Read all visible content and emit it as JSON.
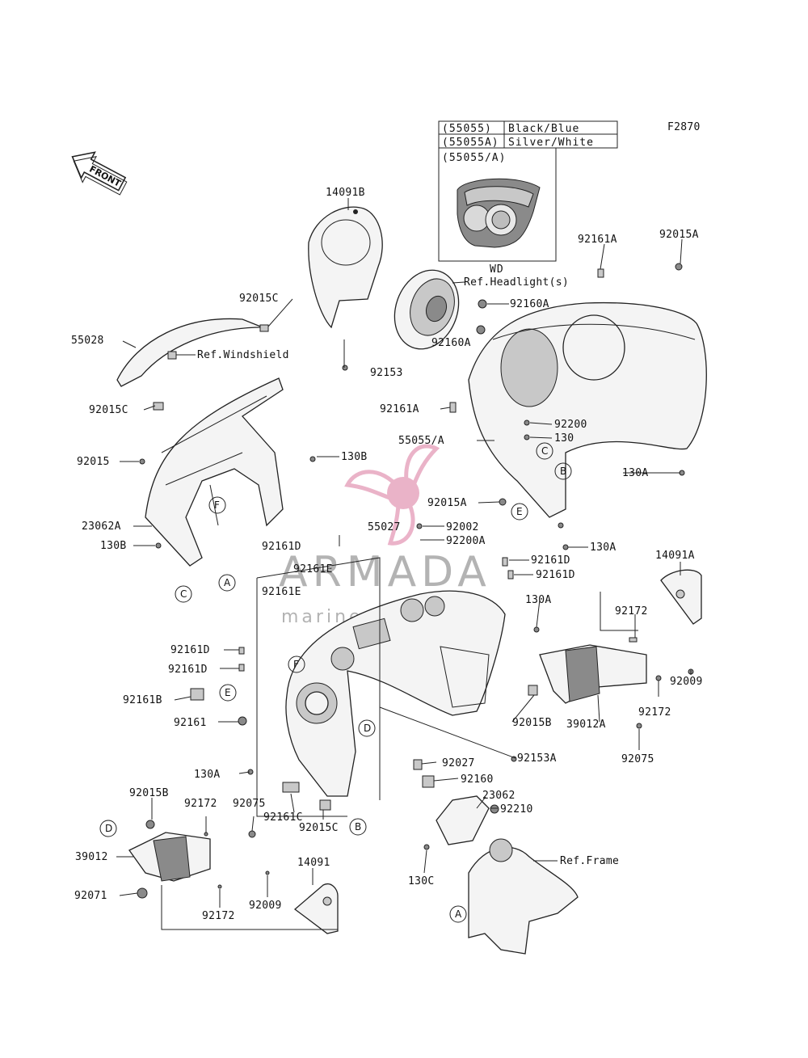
{
  "figure_code": "F2870",
  "front_arrow_label": "FRONT",
  "variant_table": {
    "rows": [
      {
        "code": "(55055)",
        "desc": "Black/Blue"
      },
      {
        "code": "(55055A)",
        "desc": "Silver/White"
      }
    ],
    "inset_label": "(55055/A)",
    "inset_caption": "WD"
  },
  "watermark": {
    "brand": "ARMADA",
    "tagline": "marine outboards"
  },
  "callouts": [
    "A",
    "B",
    "C",
    "D",
    "E",
    "F"
  ],
  "part_labels": {
    "p14091B": "14091B",
    "p92015C_top": "92015C",
    "p55028": "55028",
    "refWindshield": "Ref.Windshield",
    "p92015C_mid": "92015C",
    "p92015_left": "92015",
    "p23062A": "23062A",
    "p130B_left": "130B",
    "p92153": "92153",
    "p130B_mid": "130B",
    "refHeadlights": "Ref.Headlight(s)",
    "p92160A_1": "92160A",
    "p92160A_2": "92160A",
    "p92161A_top": "92161A",
    "p92015A_top": "92015A",
    "p92161A_mid": "92161A",
    "p92200": "92200",
    "p130_r": "130",
    "p55055A": "55055/A",
    "p130A_r1": "130A",
    "p92015A_mid": "92015A",
    "p130A_r2": "130A",
    "p92161D_1": "92161D",
    "p55027": "55027",
    "p92002": "92002",
    "p92200A": "92200A",
    "p92161D_2": "92161D",
    "p92161D_3": "92161D",
    "p92161E_1": "92161E",
    "p92161E_2": "92161E",
    "p130A_c": "130A",
    "p14091A": "14091A",
    "p92172_r1": "92172",
    "p92009_r": "92009",
    "p92161D_4": "92161D",
    "p92161D_5": "92161D",
    "p92161B": "92161B",
    "p92161": "92161",
    "p92015B_r": "92015B",
    "p39012A": "39012A",
    "p92172_r2": "92172",
    "p92075_r": "92075",
    "p92027": "92027",
    "p92153A": "92153A",
    "p92160": "92160",
    "p130A_l": "130A",
    "p23062": "23062",
    "p92210": "92210",
    "p92015B_l": "92015B",
    "p92172_l1": "92172",
    "p92075_l": "92075",
    "p92161C": "92161C",
    "p92015C_bot": "92015C",
    "p14091": "14091",
    "p39012": "39012",
    "p92071": "92071",
    "p92172_l2": "92172",
    "p92009_l": "92009",
    "p130C": "130C",
    "refFrame": "Ref.Frame"
  },
  "colors": {
    "line": "#222222",
    "watermark_pink": "#e7a6bf",
    "watermark_gray": "#9a9a9a"
  }
}
